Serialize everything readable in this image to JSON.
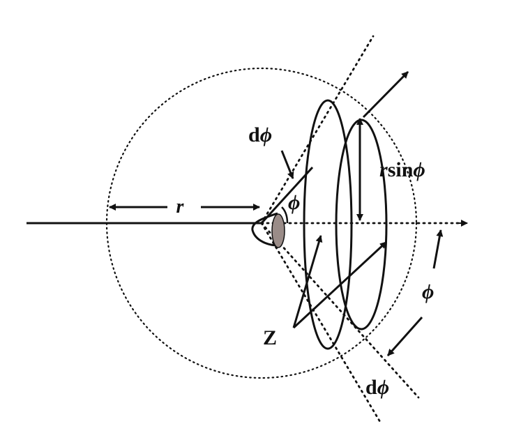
{
  "labels": {
    "r": "r",
    "rsin_r": "r",
    "rsin_sin": "sin",
    "rsin_phi": "ϕ",
    "phi_inner": "ϕ",
    "phi_outer": "ϕ",
    "dphi_top_d": "d",
    "dphi_top_phi": "ϕ",
    "dphi_bottom_d": "d",
    "dphi_bottom_phi": "ϕ",
    "z": "Z"
  },
  "colors": {
    "stroke": "#111111",
    "solid_angle_fill": "#9a8c88"
  }
}
